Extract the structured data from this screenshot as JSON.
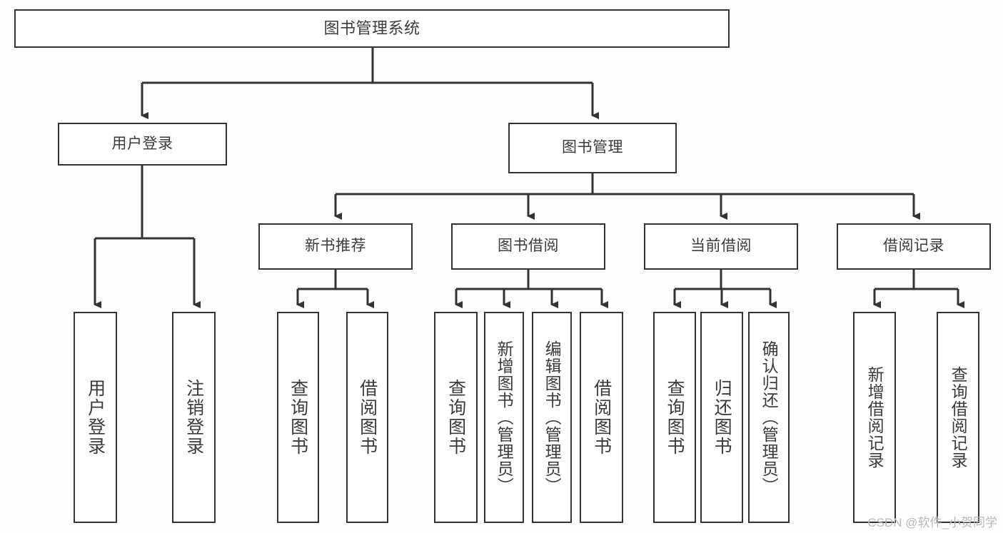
{
  "diagram": {
    "type": "tree",
    "title": "图书管理系统",
    "watermark": "CSDN @软件_小贺同学",
    "colors": {
      "background": "#fefefe",
      "node_fill": "#ffffff",
      "node_border": "#333333",
      "edge": "#333333",
      "text": "#3b3b3b",
      "watermark": "#b9b9b9"
    },
    "nodes": {
      "root": "图书管理系统",
      "level2": [
        {
          "label": "用户登录"
        },
        {
          "label": "图书管理"
        }
      ],
      "level3": [
        {
          "label": "新书推荐"
        },
        {
          "label": "图书借阅"
        },
        {
          "label": "当前借阅"
        },
        {
          "label": "借阅记录"
        }
      ],
      "leaves_user_login": [
        {
          "label": "用户登录"
        },
        {
          "label": "注销登录"
        }
      ],
      "leaves_new_book": [
        {
          "label": "查询图书"
        },
        {
          "label": "借阅图书"
        }
      ],
      "leaves_borrow": [
        {
          "label": "查询图书"
        },
        {
          "label": "新增图书（管理员）"
        },
        {
          "label": "编辑图书（管理员）"
        },
        {
          "label": "借阅图书"
        }
      ],
      "leaves_current": [
        {
          "label": "查询图书"
        },
        {
          "label": "归还图书"
        },
        {
          "label": "确认归还（管理员）"
        }
      ],
      "leaves_record": [
        {
          "label": "新增借阅记录"
        },
        {
          "label": "查询借阅记录"
        }
      ]
    }
  }
}
